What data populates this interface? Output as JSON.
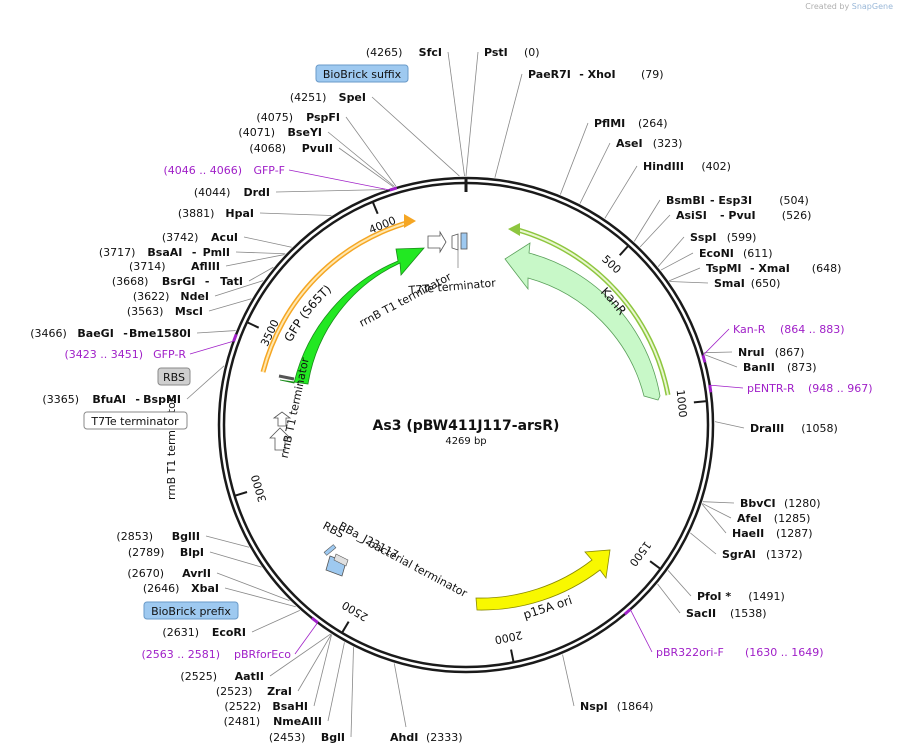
{
  "credit": {
    "prefix": "Created by",
    "brand": "SnapGene"
  },
  "plasmid": {
    "name": "As3 (pBW411J117-arsR)",
    "length_label": "4269 bp",
    "length": 4269
  },
  "colors": {
    "backbone": "#1a1a1a",
    "site_line": "#888888",
    "primer": "#a020c8",
    "gfp": "#22e822",
    "kanr": "#c8f8c8",
    "ori": "#f8f800",
    "orf_gold": "#f5a623",
    "orf_green": "#8ec63f",
    "biobrick": "#9ec9f0",
    "rbs_box": "#cfcfcf"
  },
  "ticks": [
    "500",
    "1000",
    "1500",
    "2000",
    "2500",
    "3000",
    "3500",
    "4000"
  ],
  "sites_right": [
    {
      "pos_label": "(0)",
      "name": "PstI"
    },
    {
      "name": "PaeR7I",
      "name2": "XhoI",
      "pos_label": "(79)"
    },
    {
      "name": "PflMI",
      "pos_label": "(264)"
    },
    {
      "name": "AseI",
      "pos_label": "(323)"
    },
    {
      "name": "HindIII",
      "pos_label": "(402)"
    },
    {
      "name": "BsmBI",
      "name2": "Esp3I",
      "pos_label": "(504)"
    },
    {
      "name": "AsiSI",
      "name2": "PvuI",
      "pos_label": "(526)"
    },
    {
      "name": "SspI",
      "pos_label": "(599)"
    },
    {
      "name": "EcoNI",
      "pos_label": "(611)"
    },
    {
      "name": "TspMI",
      "name2": "XmaI",
      "pos_label": "(648)"
    },
    {
      "name": "SmaI",
      "pos_label": "(650)"
    },
    {
      "name": "NruI",
      "pos_label": "(867)"
    },
    {
      "name": "BanII",
      "pos_label": "(873)"
    },
    {
      "name": "DraIII",
      "pos_label": "(1058)"
    },
    {
      "name": "BbvCI",
      "pos_label": "(1280)"
    },
    {
      "name": "AfeI",
      "pos_label": "(1285)"
    },
    {
      "name": "HaeII",
      "pos_label": "(1287)"
    },
    {
      "name": "SgrAI",
      "pos_label": "(1372)"
    },
    {
      "name": "PfoI *",
      "pos_label": "(1491)"
    },
    {
      "name": "SacII",
      "pos_label": "(1538)"
    },
    {
      "name": "NspI",
      "pos_label": "(1864)"
    }
  ],
  "sites_left": [
    {
      "pos_label": "(4265)",
      "name": "SfcI"
    },
    {
      "pos_label": "(4251)",
      "name": "SpeI"
    },
    {
      "pos_label": "(4075)",
      "name": "PspFI"
    },
    {
      "pos_label": "(4071)",
      "name": "BseYI"
    },
    {
      "pos_label": "(4068)",
      "name": "PvuII"
    },
    {
      "pos_label": "(4044)",
      "name": "DrdI"
    },
    {
      "pos_label": "(3881)",
      "name": "HpaI"
    },
    {
      "pos_label": "(3742)",
      "name": "AcuI"
    },
    {
      "pos_label": "(3717)",
      "name": "BsaAI",
      "name2": "PmlI"
    },
    {
      "pos_label": "(3714)",
      "name": "AflIII"
    },
    {
      "pos_label": "(3668)",
      "name": "BsrGI",
      "name2": "TatI"
    },
    {
      "pos_label": "(3622)",
      "name": "NdeI"
    },
    {
      "pos_label": "(3563)",
      "name": "MscI"
    },
    {
      "pos_label": "(3466)",
      "name": "BaeGI",
      "name2": "Bme1580I"
    },
    {
      "pos_label": "(3365)",
      "name": "BfuAI",
      "name2": "BspMI"
    },
    {
      "pos_label": "(2853)",
      "name": "BglII"
    },
    {
      "pos_label": "(2789)",
      "name": "BlpI"
    },
    {
      "pos_label": "(2670)",
      "name": "AvrII"
    },
    {
      "pos_label": "(2646)",
      "name": "XbaI"
    },
    {
      "pos_label": "(2631)",
      "name": "EcoRI"
    },
    {
      "pos_label": "(2525)",
      "name": "AatII"
    },
    {
      "pos_label": "(2523)",
      "name": "ZraI"
    },
    {
      "pos_label": "(2522)",
      "name": "BsaHI"
    },
    {
      "pos_label": "(2481)",
      "name": "NmeAIII"
    },
    {
      "pos_label": "(2453)",
      "name": "BglI"
    },
    {
      "name": "AhdI",
      "pos_label": "(2333)"
    }
  ],
  "primers": [
    {
      "name": "Kan-R",
      "range": "(864 .. 883)"
    },
    {
      "name": "pENTR-R",
      "range": "(948 .. 967)"
    },
    {
      "name": "pBR322ori-F",
      "range": "(1630 .. 1649)"
    },
    {
      "name": "pBRforEco",
      "range": "(2563 .. 2581)"
    },
    {
      "name": "GFP-R",
      "range": "(3423 .. 3451)"
    },
    {
      "name": "GFP-F",
      "range": "(4046 .. 4066)"
    }
  ],
  "boxed_labels": {
    "biobrick_suffix": "BioBrick suffix",
    "biobrick_prefix": "BioBrick prefix",
    "rbs": "RBS",
    "t7te": "T7Te terminator"
  },
  "features": {
    "gfp": "GFP (S65T)",
    "kanr": "KanR",
    "ori": "p15A ori",
    "rrnb_top": "rrnB T1 terminator",
    "t7te_top": "T7Te terminator",
    "rrnb_left_1": "rrnB T1 terminator",
    "rrnb_left_2": "rrnB T1 terminator",
    "bba": "BBa_J23117",
    "rbs": "RBS",
    "bact_term": "bacterial terminator"
  }
}
